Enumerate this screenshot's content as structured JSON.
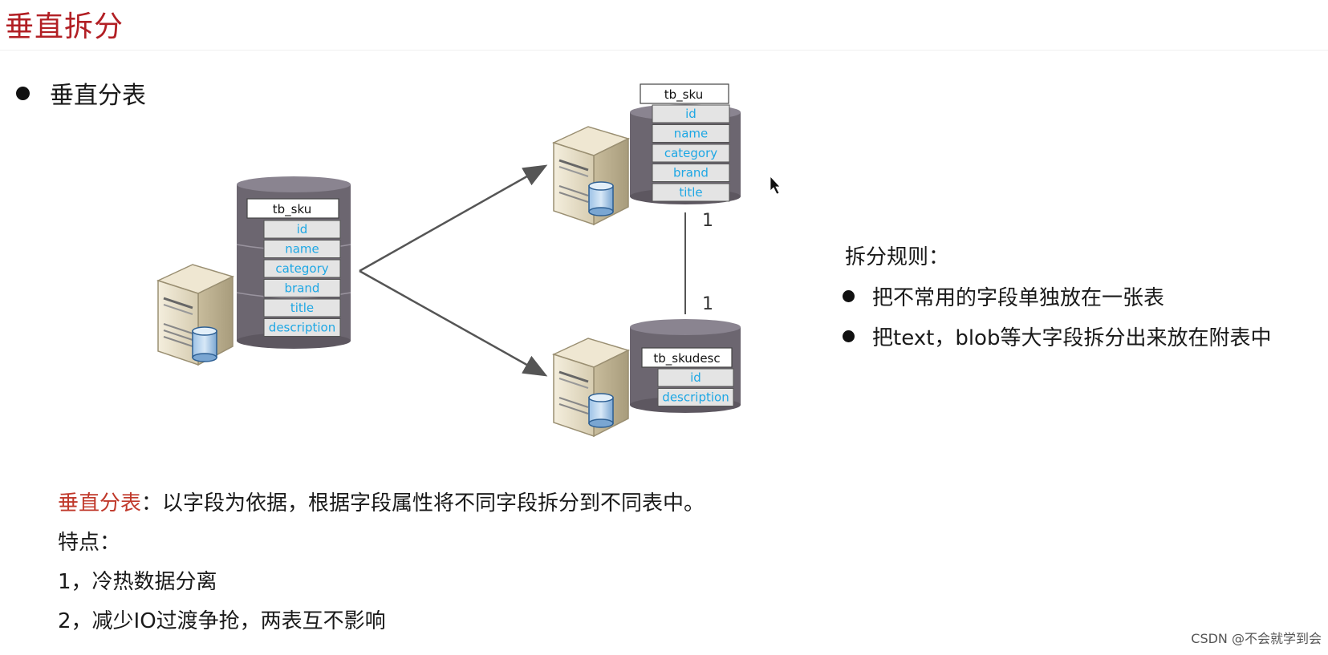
{
  "slide": {
    "title": "垂直拆分",
    "bullet": "垂直分表"
  },
  "diagram": {
    "source_table": {
      "name": "tb_sku",
      "fields": [
        "id",
        "name",
        "category",
        "brand",
        "title",
        "description"
      ]
    },
    "target_top": {
      "name": "tb_sku",
      "fields": [
        "id",
        "name",
        "category",
        "brand",
        "title"
      ]
    },
    "target_bottom": {
      "name": "tb_skudesc",
      "fields": [
        "id",
        "description"
      ]
    },
    "relation": {
      "top_label": "1",
      "bottom_label": "1"
    },
    "colors": {
      "field_text": "#1ea7e4",
      "drum": "#6c6670",
      "drum_top": "#8a8490",
      "field_bg": "#e4e4e4"
    }
  },
  "rules": {
    "heading": "拆分规则：",
    "items": [
      "把不常用的字段单独放在一张表",
      "把text，blob等大字段拆分出来放在附表中"
    ]
  },
  "description": {
    "term": "垂直分表",
    "definition": "：以字段为依据，根据字段属性将不同字段拆分到不同表中。",
    "features_heading": "特点：",
    "features": [
      "1，冷热数据分离",
      "2，减少IO过渡争抢，两表互不影响"
    ]
  },
  "watermark": "CSDN @不会就学到会"
}
